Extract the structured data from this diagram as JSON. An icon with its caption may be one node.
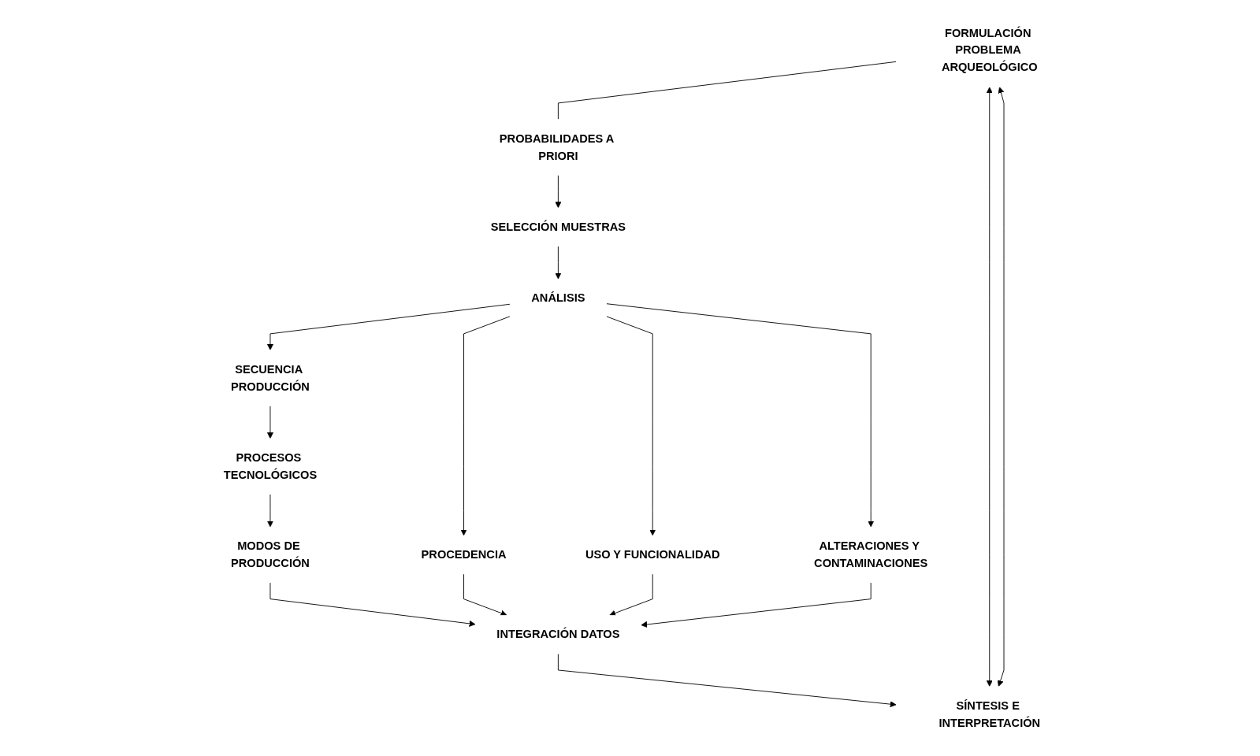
{
  "diagram": {
    "nodes": [
      {
        "text": [
          "FORMULACIÓN PROBLEMA ARQUEOLÓGICO"
        ]
      },
      {
        "text": [
          "PROBABILIDADES A PRIORI"
        ]
      },
      {
        "text": [
          "SELECCIÓN MUESTRAS"
        ]
      },
      {
        "text": [
          "ANÁLISIS"
        ]
      },
      {
        "text": [
          "SECUENCIA PRODUCCIÓN"
        ]
      },
      {
        "text": [
          "PROCESOS TECNOLÓGICOS"
        ]
      },
      {
        "text": [
          "MODOS DE PRODUCCIÓN"
        ]
      },
      {
        "text": [
          "PROCEDENCIA"
        ]
      },
      {
        "text": [
          "USO Y FUNCIONALIDAD"
        ]
      },
      {
        "text": [
          "ALTERACIONES Y CONTAMINACIONES"
        ]
      },
      {
        "text": [
          "INTEGRACIÓN DATOS"
        ]
      },
      {
        "text": [
          "SÍNTESIS E INTERPRETACIÓN"
        ]
      }
    ],
    "edges": [
      {
        "from": 0,
        "to": 1,
        "arrow": "none"
      },
      {
        "from": 1,
        "to": 2,
        "arrow": "to"
      },
      {
        "from": 2,
        "to": 3,
        "arrow": "to"
      },
      {
        "from": 3,
        "to": 4,
        "arrow": "to"
      },
      {
        "from": 3,
        "to": 7,
        "arrow": "to"
      },
      {
        "from": 3,
        "to": 8,
        "arrow": "to"
      },
      {
        "from": 3,
        "to": 9,
        "arrow": "to"
      },
      {
        "from": 4,
        "to": 5,
        "arrow": "to"
      },
      {
        "from": 5,
        "to": 6,
        "arrow": "to"
      },
      {
        "from": 6,
        "to": 10,
        "arrow": "to"
      },
      {
        "from": 7,
        "to": 10,
        "arrow": "to"
      },
      {
        "from": 8,
        "to": 10,
        "arrow": "to"
      },
      {
        "from": 9,
        "to": 10,
        "arrow": "to"
      },
      {
        "from": 10,
        "to": 11,
        "arrow": "to"
      },
      {
        "from": 0,
        "to": 11,
        "arrow": "both"
      },
      {
        "from": 0,
        "to": 11,
        "arrow": "both"
      }
    ]
  }
}
